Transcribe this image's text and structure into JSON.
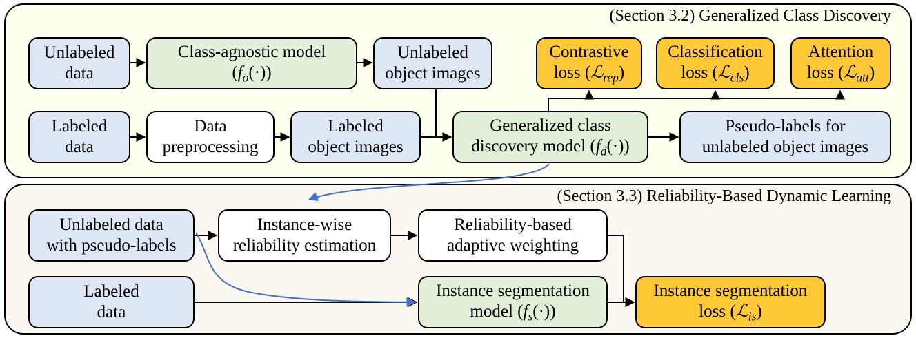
{
  "sections": {
    "gcd_title": "(Section 3.2) Generalized Class Discovery",
    "rbdl_title": "(Section 3.3) Reliability-Based Dynamic Learning"
  },
  "nodes": {
    "unlabeled_data": [
      "Unlabeled",
      "data"
    ],
    "class_agnostic_model": {
      "line1": "Class-agnostic model",
      "func": "f",
      "sub": "o",
      "tail": "(·))"
    },
    "unlabeled_object_images": [
      "Unlabeled",
      "object images"
    ],
    "contrastive_loss": {
      "line1": "Contrastive",
      "pre": "loss (",
      "sym": "ℒ",
      "sub": "rep",
      "post": ")"
    },
    "classification_loss": {
      "line1": "Classification",
      "pre": "loss (",
      "sym": "ℒ",
      "sub": "cls",
      "post": ")"
    },
    "attention_loss": {
      "line1": "Attention",
      "pre": "loss (",
      "sym": "ℒ",
      "sub": "att",
      "post": ")"
    },
    "labeled_data_top": [
      "Labeled",
      "data"
    ],
    "data_preprocessing": [
      "Data",
      "preprocessing"
    ],
    "labeled_object_images": [
      "Labeled",
      "object images"
    ],
    "gcd_model": {
      "line1": "Generalized class",
      "pre": "discovery model (",
      "func": "f",
      "sub": "d",
      "tail": "(·))"
    },
    "pseudo_labels": [
      "Pseudo-labels for",
      "unlabeled object images"
    ],
    "unlabeled_with_pseudo": [
      "Unlabeled data",
      "with pseudo-labels"
    ],
    "instance_reliability": [
      "Instance-wise",
      "reliability estimation"
    ],
    "reliability_weighting": [
      "Reliability-based",
      "adaptive weighting"
    ],
    "labeled_data_bottom": [
      "Labeled",
      "data"
    ],
    "seg_model": {
      "line1": "Instance segmentation",
      "pre": "model (",
      "func": "f",
      "sub": "s",
      "tail": "(·))"
    },
    "seg_loss": {
      "line1": "Instance segmentation",
      "pre": "loss (",
      "sym": "ℒ",
      "sub": "is",
      "post": ")"
    }
  },
  "colors": {
    "labeled_data_fill": "#dde8f4",
    "model_fill": "#e2efd9",
    "loss_fill": "#ffc836",
    "curve_arrow": "#4472c4",
    "gcd_panel_fill": "#fffff0",
    "rbdl_panel_fill": "#fdf7f2"
  }
}
